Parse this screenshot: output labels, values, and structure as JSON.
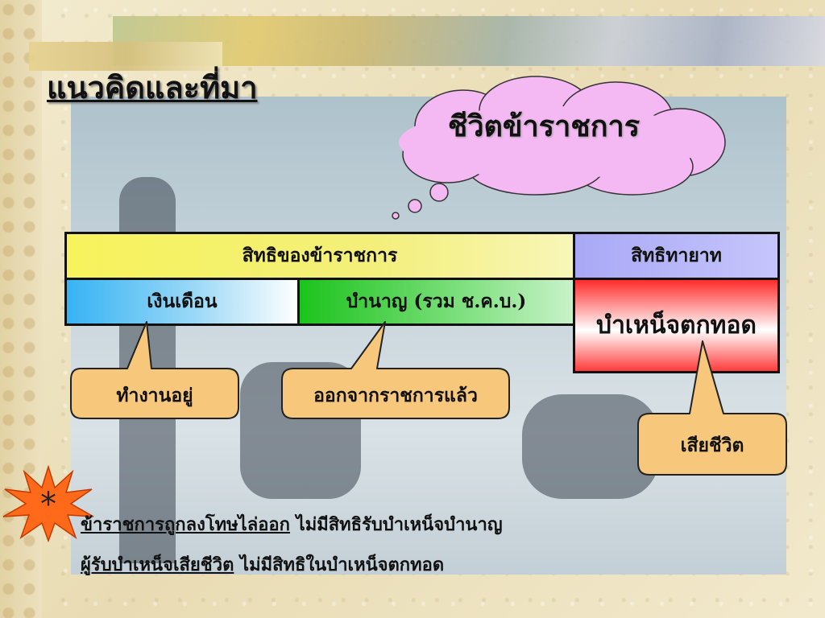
{
  "slide": {
    "title": "แนวคิดและที่มา",
    "thought_bubble": "ชีวิตข้าราชการ",
    "table": {
      "rights_header": "สิทธิของข้าราชการ",
      "heir_header": "สิทธิทายาท",
      "salary": "เงินเดือน",
      "pension": "บำนาญ (รวม ช.ค.บ.)",
      "gratuity": "บำเหน็จตกทอด"
    },
    "callouts": {
      "working": "ทำงานอยู่",
      "retired": "ออกจากราชการแล้ว",
      "deceased": "เสียชีวิต"
    },
    "notes": [
      {
        "underlined": "ข้าราชการถูกลงโทษไล่ออก",
        "rest": " ไม่มีสิทธิรับบำเหน็จบำนาญ"
      },
      {
        "underlined": "ผู้รับบำเหน็จเสียชีวิต",
        "rest": "  ไม่มีสิทธิในบำเหน็จตกทอด"
      }
    ],
    "star_symbol": "*"
  },
  "colors": {
    "callout_fill": "#f7c77b",
    "cloud_fill": "#f4b8f2",
    "star_fill": "#ff6a1a"
  }
}
